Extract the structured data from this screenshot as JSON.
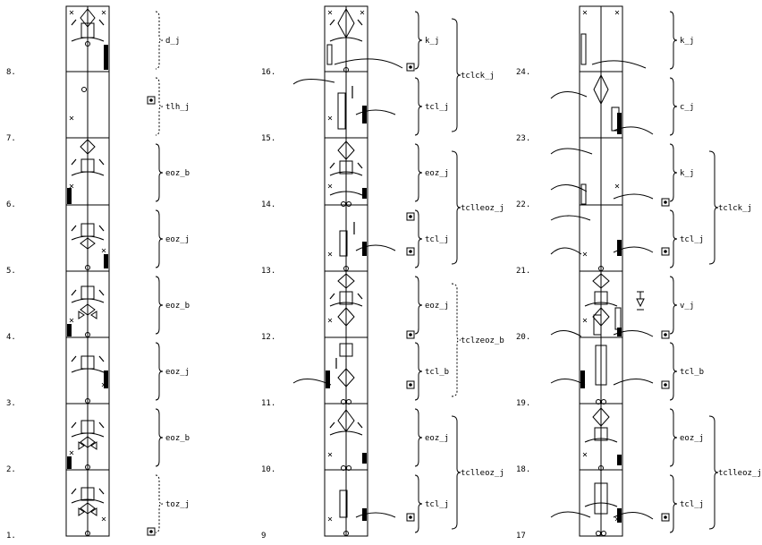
{
  "columns": [
    {
      "measures": [
        "1.",
        "2.",
        "3.",
        "4.",
        "5.",
        "6.",
        "7.",
        "8."
      ],
      "brackets": [
        {
          "text": "toz_j",
          "dashed": true,
          "from": 0
        },
        {
          "text": "eoz_b",
          "dashed": false,
          "from": 1
        },
        {
          "text": "eoz_j",
          "dashed": false,
          "from": 2
        },
        {
          "text": "eoz_b",
          "dashed": false,
          "from": 3
        },
        {
          "text": "eoz_j",
          "dashed": false,
          "from": 4
        },
        {
          "text": "eoz_b",
          "dashed": false,
          "from": 5
        },
        {
          "text": "tlh_j",
          "dashed": true,
          "from": 6
        },
        {
          "text": "d_j",
          "dashed": true,
          "from": 7
        }
      ],
      "big_brackets": []
    },
    {
      "measures": [
        "9",
        "10.",
        "11.",
        "12.",
        "13.",
        "14.",
        "15.",
        "16."
      ],
      "brackets": [
        {
          "text": "tcl_j",
          "dashed": false,
          "from": 0
        },
        {
          "text": "eoz_j",
          "dashed": false,
          "from": 1
        },
        {
          "text": "tcl_b",
          "dashed": false,
          "from": 2
        },
        {
          "text": "eoz_j",
          "dashed": false,
          "from": 3
        },
        {
          "text": "tcl_j",
          "dashed": false,
          "from": 4
        },
        {
          "text": "eoz_j",
          "dashed": false,
          "from": 5
        },
        {
          "text": "tcl_j",
          "dashed": false,
          "from": 6
        },
        {
          "text": "k_j",
          "dashed": false,
          "from": 7
        }
      ],
      "big_brackets": [
        {
          "text": "tclleoz_j",
          "dashed": false
        },
        {
          "text": "tclzeoz_b",
          "dashed": true
        },
        {
          "text": "tclleoz_j",
          "dashed": false
        },
        {
          "text": "tclck_j",
          "dashed": false
        }
      ]
    },
    {
      "measures": [
        "17",
        "18.",
        "19.",
        "20.",
        "21.",
        "22.",
        "23.",
        "24."
      ],
      "brackets": [
        {
          "text": "tcl_j",
          "dashed": false,
          "from": 0
        },
        {
          "text": "eoz_j",
          "dashed": false,
          "from": 1
        },
        {
          "text": "tcl_b",
          "dashed": false,
          "from": 2
        },
        {
          "text": "v_j",
          "dashed": false,
          "from": 3
        },
        {
          "text": "tcl_j",
          "dashed": false,
          "from": 4
        },
        {
          "text": "k_j",
          "dashed": false,
          "from": 5
        },
        {
          "text": "c_j",
          "dashed": false,
          "from": 6
        },
        {
          "text": "k_j",
          "dashed": false,
          "from": 7
        }
      ],
      "big_brackets": [
        {
          "text": "tclleoz_j",
          "dashed": false
        },
        {
          "text": "tclck_j",
          "dashed": false
        }
      ]
    }
  ],
  "icon_names": [
    "box-mark-icon",
    "diamond-figure-icon",
    "arrow-pin-icon",
    "cross-mark-icon",
    "path-sign-icon"
  ]
}
